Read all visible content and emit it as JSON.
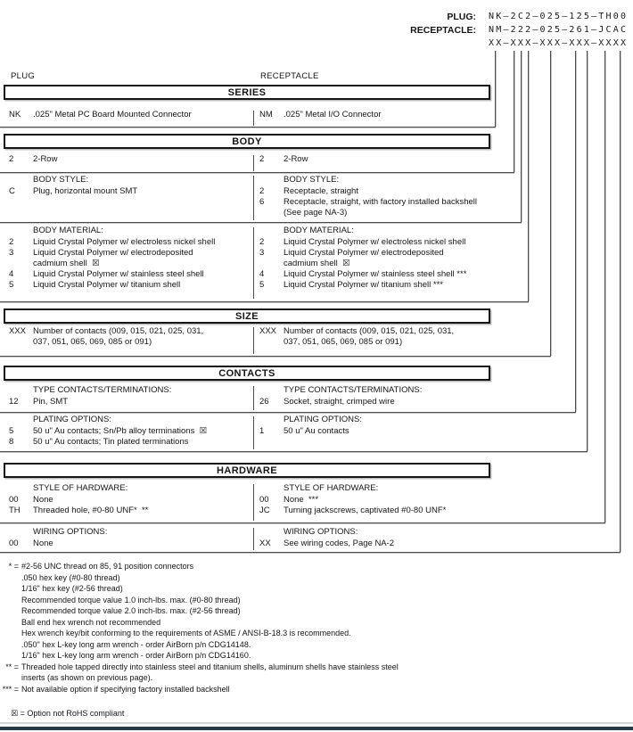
{
  "part_numbers": {
    "rows": [
      {
        "label": "PLUG:",
        "value": "NK–2C2–025–125–TH00"
      },
      {
        "label": "RECEPTACLE:",
        "value": "NM–222–025–261–JCAC"
      },
      {
        "label": "",
        "value": "XX–XXX–XXX–XXX–XXXX"
      }
    ]
  },
  "column_headers": {
    "left": "PLUG",
    "right": "RECEPTACLE"
  },
  "sections": [
    {
      "title": "SERIES",
      "rows": [
        {
          "left": {
            "header": "",
            "items": [
              {
                "code": "NK",
                "desc": ".025\" Metal PC Board Mounted Connector"
              }
            ]
          },
          "right": {
            "header": "",
            "items": [
              {
                "code": "NM",
                "desc": ".025\" Metal I/O Connector"
              }
            ]
          }
        }
      ]
    },
    {
      "title": "BODY",
      "rows": [
        {
          "left": {
            "header": "",
            "items": [
              {
                "code": "2",
                "desc": "2-Row"
              }
            ]
          },
          "right": {
            "header": "",
            "items": [
              {
                "code": "2",
                "desc": "2-Row"
              }
            ]
          }
        },
        {
          "left": {
            "header": "BODY STYLE:",
            "items": [
              {
                "code": "C",
                "desc": "Plug, horizontal mount SMT"
              }
            ]
          },
          "right": {
            "header": "BODY STYLE:",
            "items": [
              {
                "code": "2",
                "desc": "Receptacle, straight"
              },
              {
                "code": "6",
                "desc": "Receptacle, straight, with factory installed backshell\n(See page NA-3)"
              }
            ]
          }
        },
        {
          "left": {
            "header": "BODY MATERIAL:",
            "items": [
              {
                "code": "2",
                "desc": "Liquid Crystal Polymer w/ electroless nickel shell"
              },
              {
                "code": "3",
                "desc": "Liquid Crystal Polymer w/ electrodeposited\ncadmium shell  ☒"
              },
              {
                "code": "4",
                "desc": "Liquid Crystal Polymer w/ stainless steel shell"
              },
              {
                "code": "5",
                "desc": "Liquid Crystal Polymer w/ titanium shell"
              }
            ]
          },
          "right": {
            "header": "BODY MATERIAL:",
            "items": [
              {
                "code": "2",
                "desc": "Liquid Crystal Polymer w/ electroless nickel shell"
              },
              {
                "code": "3",
                "desc": "Liquid Crystal Polymer w/ electrodeposited\ncadmium shell  ☒"
              },
              {
                "code": "4",
                "desc": "Liquid Crystal Polymer w/ stainless steel shell ***"
              },
              {
                "code": "5",
                "desc": "Liquid Crystal Polymer w/ titanium shell ***"
              }
            ]
          }
        }
      ]
    },
    {
      "title": "SIZE",
      "rows": [
        {
          "left": {
            "header": "",
            "items": [
              {
                "code": "XXX",
                "desc": "Number of contacts (009, 015, 021, 025, 031,\n037, 051, 065, 069, 085 or 091)"
              }
            ]
          },
          "right": {
            "header": "",
            "items": [
              {
                "code": "XXX",
                "desc": "Number of contacts (009, 015, 021, 025, 031,\n037, 051, 065, 069, 085 or 091)"
              }
            ]
          }
        }
      ]
    },
    {
      "title": "CONTACTS",
      "rows": [
        {
          "left": {
            "header": "TYPE CONTACTS/TERMINATIONS:",
            "items": [
              {
                "code": "12",
                "desc": "Pin, SMT"
              }
            ]
          },
          "right": {
            "header": "TYPE CONTACTS/TERMINATIONS:",
            "items": [
              {
                "code": "26",
                "desc": "Socket, straight, crimped wire"
              }
            ]
          }
        },
        {
          "left": {
            "header": "PLATING OPTIONS:",
            "items": [
              {
                "code": "5",
                "desc": "50 u\" Au contacts; Sn/Pb alloy terminations  ☒"
              },
              {
                "code": "8",
                "desc": "50 u\" Au contacts; Tin plated terminations"
              }
            ]
          },
          "right": {
            "header": "PLATING OPTIONS:",
            "items": [
              {
                "code": "1",
                "desc": "50 u\" Au contacts"
              }
            ]
          }
        }
      ]
    },
    {
      "title": "HARDWARE",
      "rows": [
        {
          "left": {
            "header": "STYLE OF HARDWARE:",
            "items": [
              {
                "code": "00",
                "desc": "None"
              },
              {
                "code": "TH",
                "desc": "Threaded hole, #0-80 UNF*  **"
              }
            ]
          },
          "right": {
            "header": "STYLE OF HARDWARE:",
            "items": [
              {
                "code": "00",
                "desc": "None  ***"
              },
              {
                "code": "JC",
                "desc": "Turning jackscrews, captivated #0-80 UNF*"
              }
            ]
          }
        },
        {
          "left": {
            "header": "WIRING OPTIONS:",
            "items": [
              {
                "code": "00",
                "desc": "None"
              }
            ]
          },
          "right": {
            "header": "WIRING OPTIONS:",
            "items": [
              {
                "code": "XX",
                "desc": "See wiring codes, Page NA-2"
              }
            ]
          }
        }
      ]
    }
  ],
  "footnotes": [
    {
      "marker": "* =",
      "text": "#2-56 UNC thread on 85, 91 position connectors"
    },
    {
      "marker": "",
      "text": ".050 hex key (#0-80 thread)"
    },
    {
      "marker": "",
      "text": "1/16\" hex key (#2-56 thread)"
    },
    {
      "marker": "",
      "text": "Recommended torque value 1.0 inch-lbs. max. (#0-80 thread)"
    },
    {
      "marker": "",
      "text": "Recommended torque value 2.0 inch-lbs. max. (#2-56 thread)"
    },
    {
      "marker": "",
      "text": "Ball end hex wrench not recommended"
    },
    {
      "marker": "",
      "text": "Hex wrench key/bit conforming to the requirements of ASME / ANSI-B-18.3 is recommended."
    },
    {
      "marker": "",
      "text": ".050\" hex L-key long arm wrench - order AirBorn p/n CDG14148."
    },
    {
      "marker": "",
      "text": "1/16\" hex L-key long arm wrench - order AirBorn p/n CDG14160."
    },
    {
      "marker": "** =",
      "text": "Threaded hole tapped directly into stainless steel and titanium shells, aluminum shells have stainless steel\ninserts (as shown on previous page)."
    },
    {
      "marker": "*** =",
      "text": "Not available option if specifying factory installed backshell"
    }
  ],
  "rohs_note": {
    "symbol": "☒",
    "text": "= Option not RoHS compliant"
  },
  "colors": {
    "footer_bar": "#22394e",
    "line": "#4d4d4d"
  }
}
